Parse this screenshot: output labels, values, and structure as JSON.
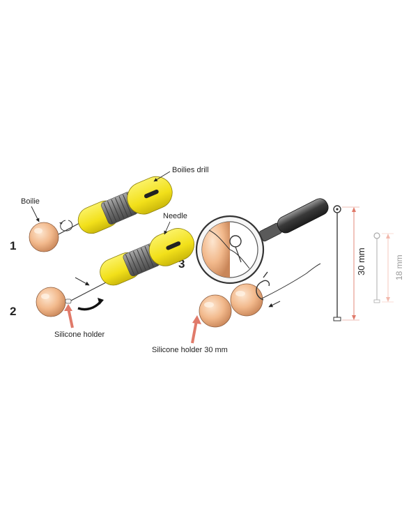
{
  "labels": {
    "boilie": "Boilie",
    "boilies_drill": "Boilies drill",
    "needle": "Needle",
    "silicone_holder": "Silicone holder",
    "silicone_holder_30": "Silicone holder 30 mm",
    "dim_30": "30 mm",
    "dim_18": "18 mm"
  },
  "steps": {
    "one": "1",
    "two": "2",
    "three": "3"
  },
  "colors": {
    "boilie": "#f2b98c",
    "tool_yellow": "#f4e41c",
    "tool_grey": "#7d7d7d",
    "red_arrow": "#e07a6a"
  }
}
